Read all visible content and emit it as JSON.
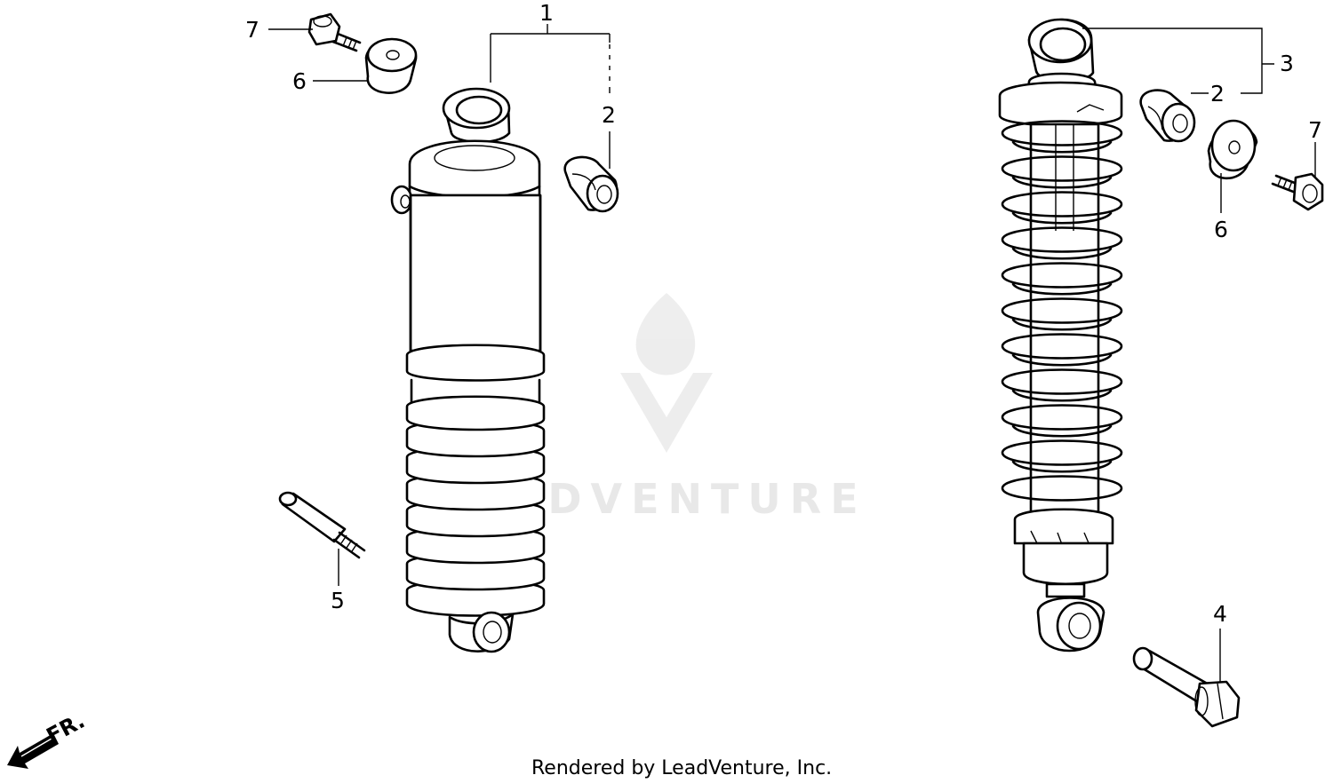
{
  "callouts": {
    "left_damper": "1",
    "left_bushing": "2",
    "right_assembly": "3",
    "bolt_lower": "4",
    "stud_bolt": "5",
    "washer_left": "6",
    "bolt_left": "7",
    "right_bushing": "2",
    "washer_right": "6",
    "bolt_right": "7"
  },
  "watermark": "LEADVENTURE",
  "front_marker": "FR.",
  "credit": "Rendered by LeadVenture, Inc."
}
